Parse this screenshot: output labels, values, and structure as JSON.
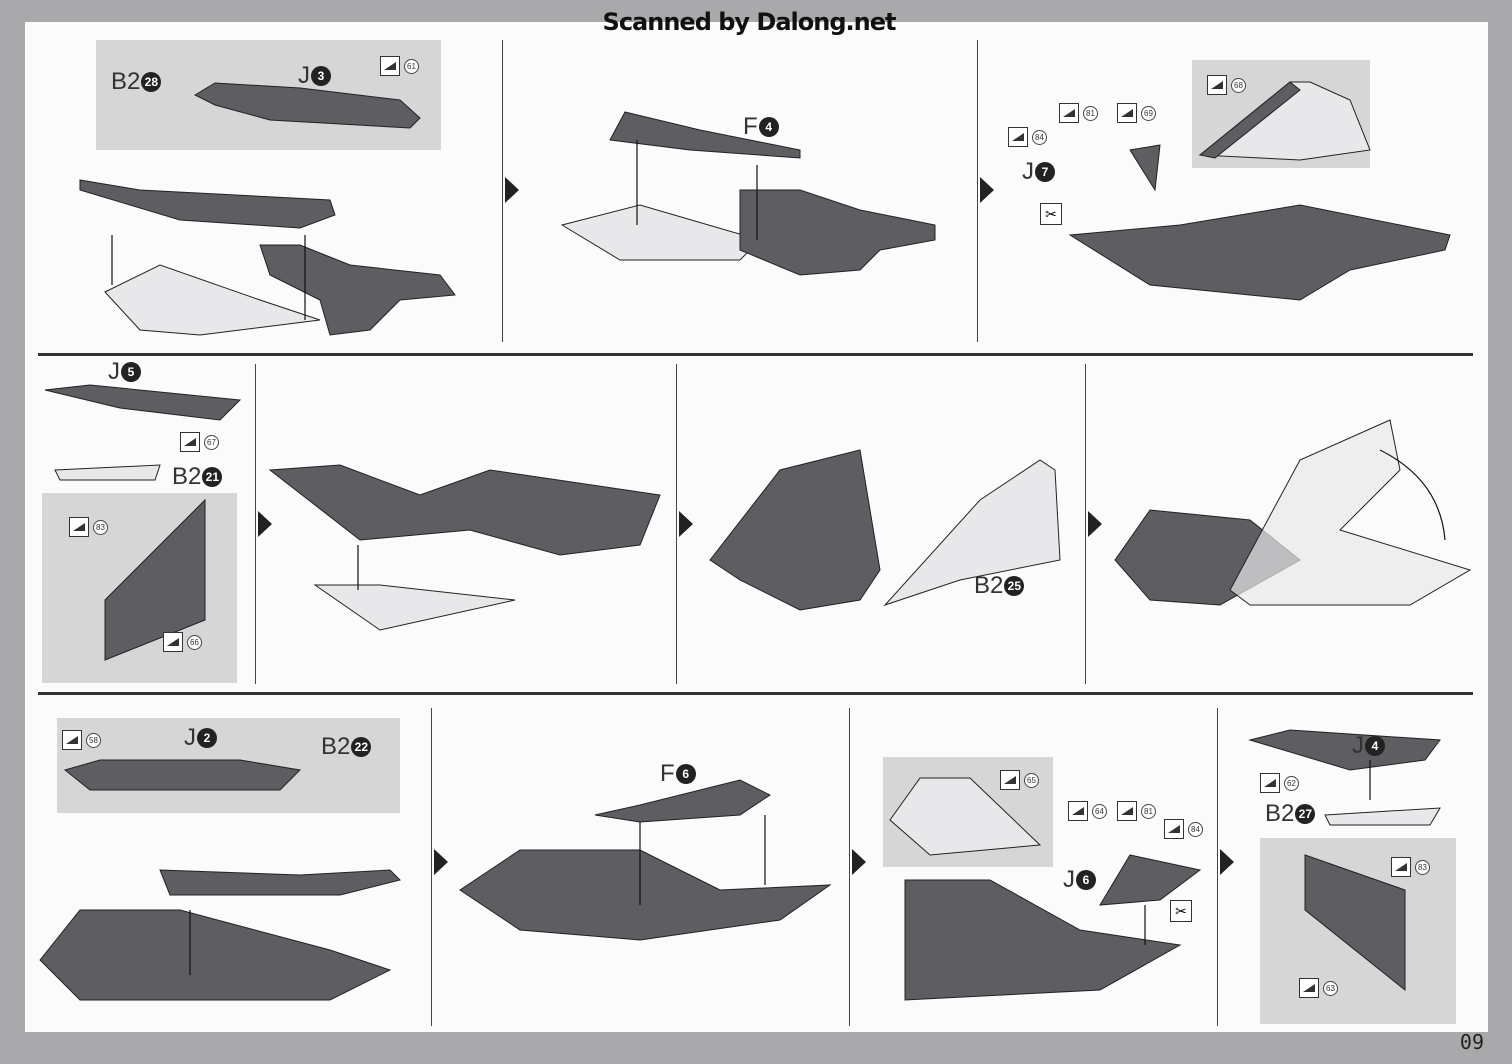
{
  "header": {
    "watermark": "Scanned by Dalong.net"
  },
  "page_number": "09",
  "rows": [
    {
      "steps": [
        {
          "parts": [
            {
              "letter": "B2",
              "num": "28"
            },
            {
              "letter": "J",
              "num": "3"
            }
          ],
          "stickers": [
            "61"
          ]
        },
        {
          "parts": [
            {
              "letter": "F",
              "num": "4"
            }
          ],
          "stickers": []
        },
        {
          "parts": [
            {
              "letter": "J",
              "num": "7"
            }
          ],
          "stickers": [
            "68",
            "84",
            "81",
            "69"
          ]
        }
      ]
    },
    {
      "steps": [
        {
          "parts": [
            {
              "letter": "J",
              "num": "5"
            },
            {
              "letter": "B2",
              "num": "21"
            }
          ],
          "stickers": [
            "67",
            "83",
            "66"
          ]
        },
        {
          "parts": [],
          "stickers": []
        },
        {
          "parts": [
            {
              "letter": "B2",
              "num": "25"
            }
          ],
          "stickers": []
        },
        {
          "parts": [],
          "stickers": []
        }
      ]
    },
    {
      "steps": [
        {
          "parts": [
            {
              "letter": "J",
              "num": "2"
            },
            {
              "letter": "B2",
              "num": "22"
            }
          ],
          "stickers": [
            "58"
          ]
        },
        {
          "parts": [
            {
              "letter": "F",
              "num": "6"
            }
          ],
          "stickers": []
        },
        {
          "parts": [
            {
              "letter": "J",
              "num": "6"
            }
          ],
          "stickers": [
            "65",
            "64",
            "81",
            "84"
          ]
        },
        {
          "parts": [
            {
              "letter": "J",
              "num": "4"
            },
            {
              "letter": "B2",
              "num": "27"
            }
          ],
          "stickers": [
            "62",
            "83",
            "63"
          ]
        }
      ]
    }
  ],
  "colors": {
    "part_dark": "#5a5a5e",
    "part_light": "#e8e8ea",
    "inset": "#d6d6d6",
    "border": "#a9a9ab"
  }
}
